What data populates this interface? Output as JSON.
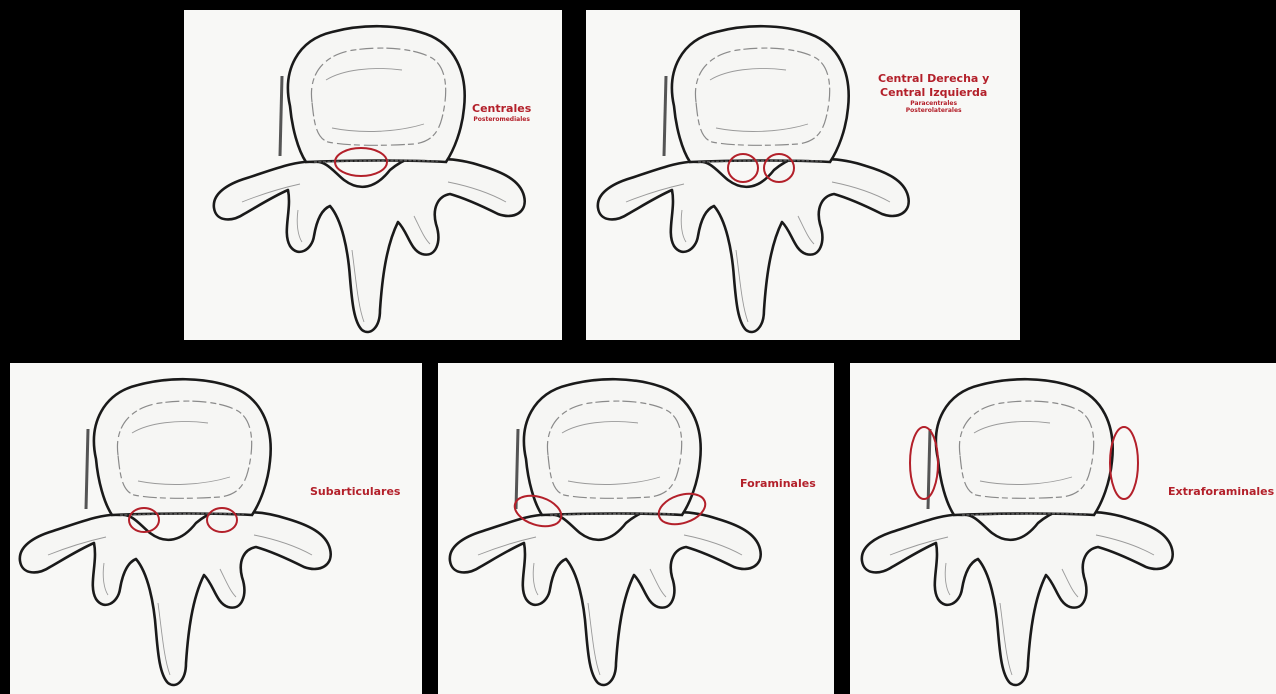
{
  "panels": [
    {
      "id": "centrales",
      "title": "Centrales",
      "lines": [
        "Posteromediales"
      ]
    },
    {
      "id": "central",
      "title": "Central Derecha y",
      "title2": "Central Izquierda",
      "lines": [
        "Paracentrales",
        "Posterolaterales"
      ]
    },
    {
      "id": "subarticulares",
      "title": "Subarticulares",
      "lines": []
    },
    {
      "id": "foraminales",
      "title": "Foraminales",
      "lines": []
    },
    {
      "id": "extraforaminales",
      "title": "Extraforaminales",
      "lines": []
    }
  ],
  "colors": {
    "background": "#000000",
    "panel": "#f8f8f6",
    "highlight": "#b3202a",
    "outline": "#1a1a1a"
  }
}
